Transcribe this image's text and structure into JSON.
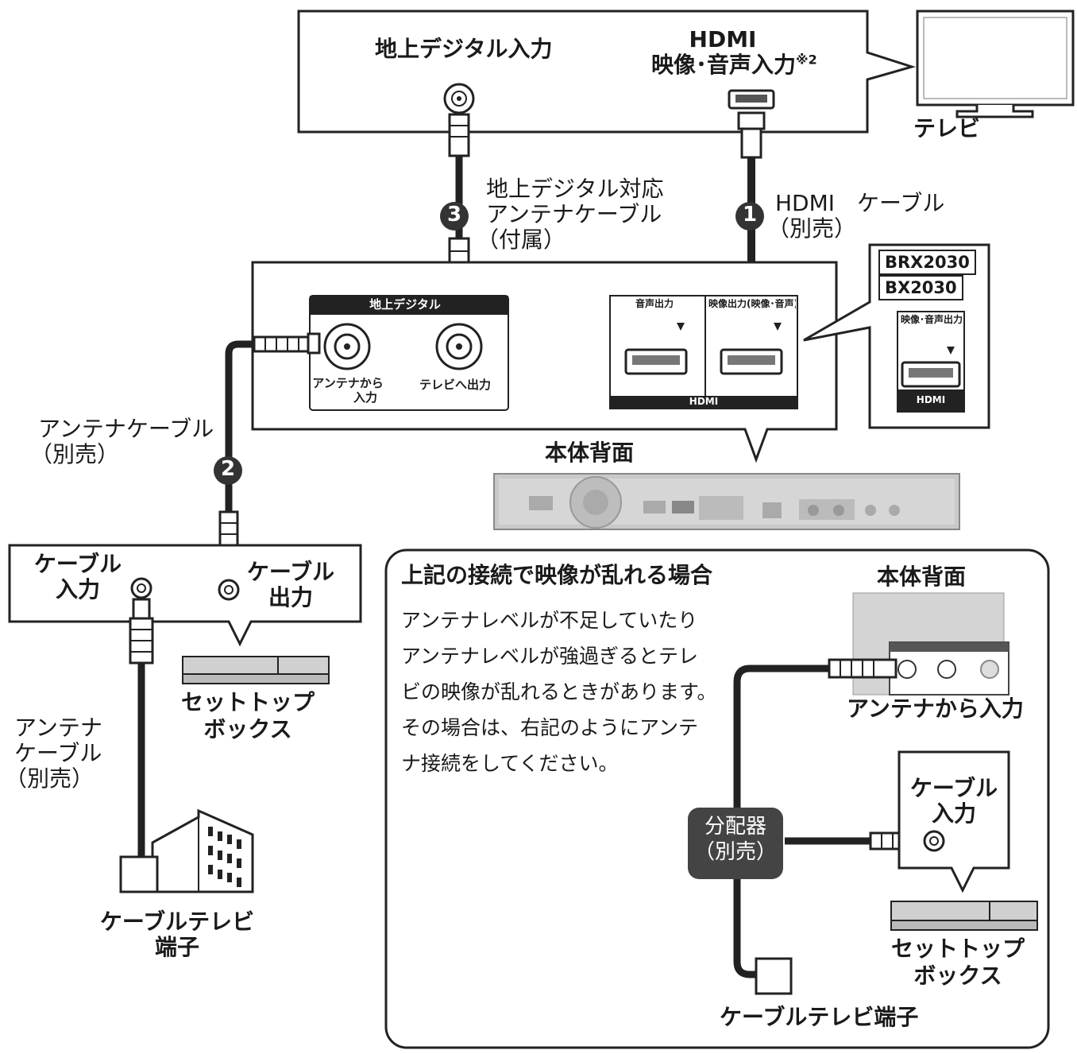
{
  "tv": {
    "terrestrial_input": "地上デジタル入力",
    "hdmi_line1": "HDMI",
    "hdmi_line2": "映像･音声入力",
    "hdmi_note": "※2",
    "tv_label": "テレビ"
  },
  "cables": {
    "antenna_cable_3_line1": "地上デジタル対応",
    "antenna_cable_3_line2": "アンテナケーブル",
    "antenna_cable_3_line3": "（付属）",
    "hdmi_cable_line1": "HDMI　ケーブル",
    "hdmi_cable_line2": "（別売）",
    "antenna_cable_2_line1": "アンテナケーブル",
    "antenna_cable_2_line2": "（別売）",
    "antenna_cable_left_line1": "アンテナ",
    "antenna_cable_left_line2": "ケーブル",
    "antenna_cable_left_line3": "（別売）",
    "step1": "1",
    "step2": "2",
    "step3": "3"
  },
  "rear_panel": {
    "terrestrial_header": "地上デジタル",
    "antenna_in_line1": "アンテナから",
    "antenna_in_line2": "入力",
    "tv_out": "テレビへ出力",
    "audio_out": "音声出力",
    "video_out": "映像出力(映像･音声)",
    "hdmi_label": "HDMI",
    "rear_label": "本体背面"
  },
  "models": {
    "model1": "BRX2030",
    "model2": "BX2030",
    "inset_port": "映像･音声出力",
    "inset_hdmi": "HDMI"
  },
  "stb": {
    "cable_in_line1": "ケーブル",
    "cable_in_line2": "入力",
    "cable_out_line1": "ケーブル",
    "cable_out_line2": "出力",
    "stb_line1": "セットトップ",
    "stb_line2": "ボックス",
    "catv_line1": "ケーブルテレビ",
    "catv_line2": "端子"
  },
  "note_box": {
    "title": "上記の接続で映像が乱れる場合",
    "lines": [
      "アンテナレベルが不足していたり",
      "アンテナレベルが強過ぎるとテレ",
      "ビの映像が乱れるときがあります。",
      "その場合は、右記のようにアンテ",
      "ナ接続をしてください。"
    ],
    "rear_label": "本体背面",
    "antenna_in": "アンテナから入力",
    "splitter_line1": "分配器",
    "splitter_line2": "（別売）",
    "cable_in_line1": "ケーブル",
    "cable_in_line2": "入力",
    "stb_line1": "セットトップ",
    "stb_line2": "ボックス",
    "catv_terminal": "ケーブルテレビ端子"
  }
}
